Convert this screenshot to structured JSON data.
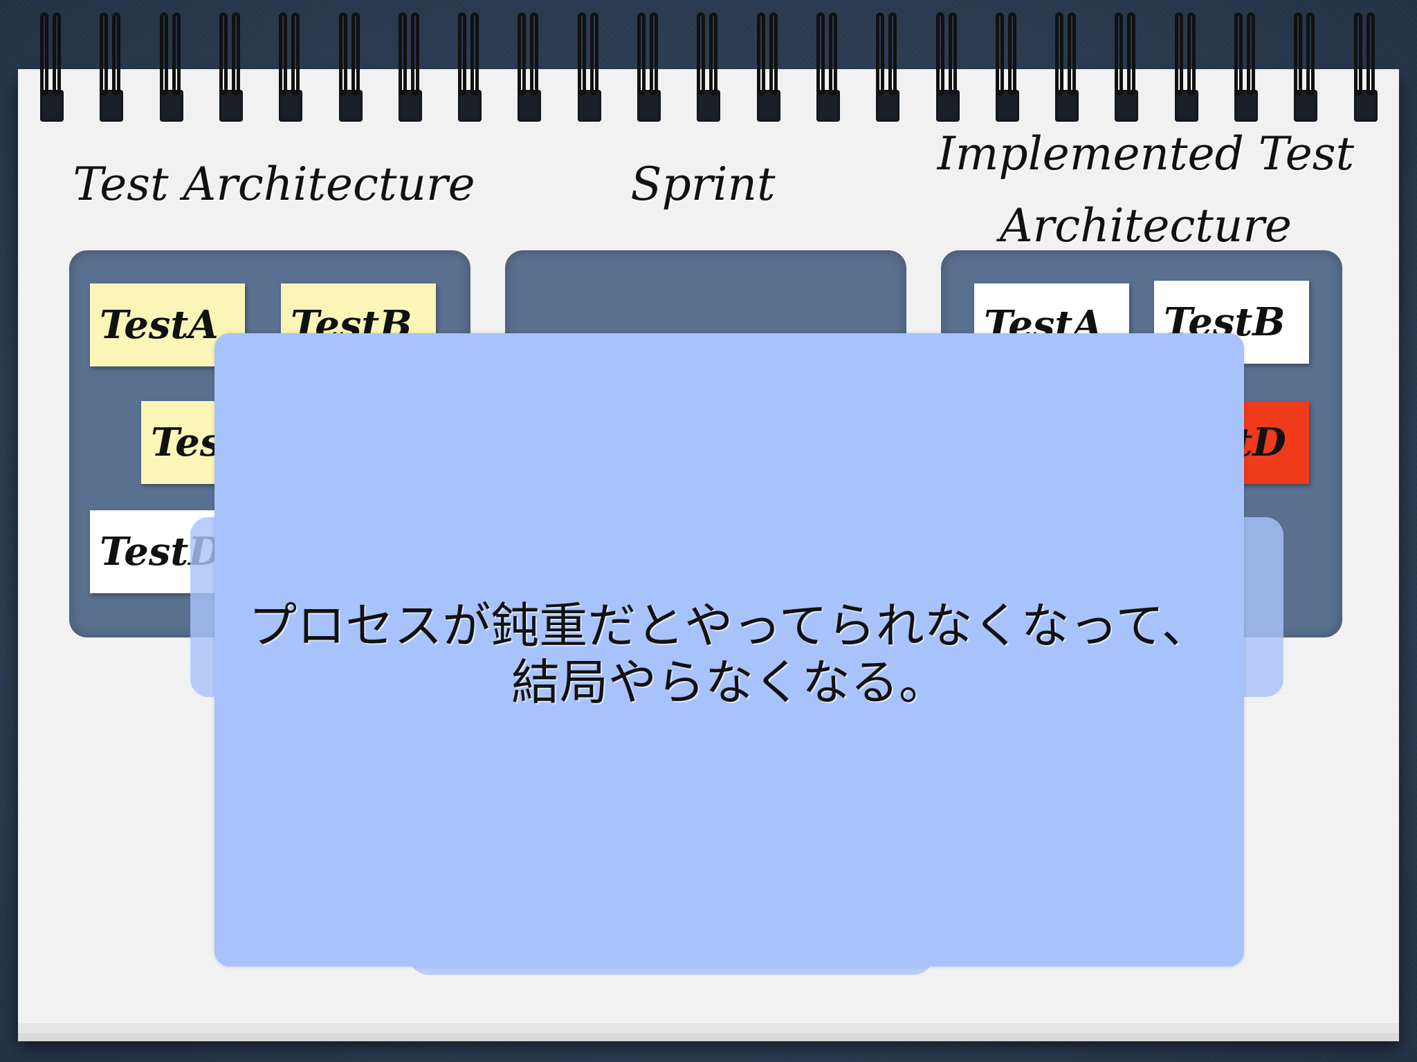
{
  "slide": {
    "columns": {
      "test_architecture": "Test Architecture",
      "sprint": "Sprint",
      "implemented_line1": "Implemented Test",
      "implemented_line2": "Architecture"
    },
    "left_panel_notes": [
      {
        "label": "TestA",
        "color": "yellow"
      },
      {
        "label": "TestB",
        "color": "yellow"
      },
      {
        "label": "TestC",
        "color": "yellow"
      },
      {
        "label": "TestD",
        "color": "white"
      }
    ],
    "right_panel_notes": [
      {
        "label": "TestA",
        "color": "white"
      },
      {
        "label": "TestB",
        "color": "white"
      },
      {
        "label": "TestD",
        "color": "red"
      }
    ],
    "overlay_message": "プロセスが鈍重だとやってられなくなって、結局やらなくなる。"
  },
  "colors": {
    "panel": "#5a7090",
    "sticky_yellow": "#fbf6b8",
    "sticky_red": "#ef3b1a",
    "arrow_red": "#e8240c",
    "overlay": "#a8c3fb"
  }
}
